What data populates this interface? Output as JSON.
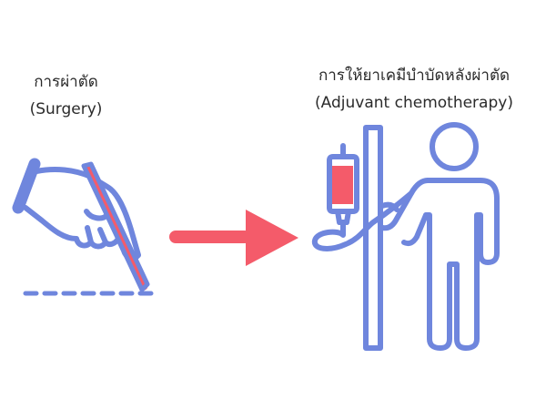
{
  "steps": [
    {
      "title_th": "การผ่าตัด",
      "title_en": "(Surgery)",
      "icon": "scalpel-hand-icon"
    },
    {
      "title_th": "การให้ยาเคมีบำบัดหลังผ่าตัด",
      "title_en": "(Adjuvant chemotherapy)",
      "icon": "patient-iv-drip-icon"
    }
  ],
  "connector": {
    "icon": "arrow-right-icon"
  },
  "colors": {
    "outline": "#6f86dd",
    "accent": "#f45b6a",
    "text": "#2b2b2b",
    "background": "#ffffff"
  }
}
